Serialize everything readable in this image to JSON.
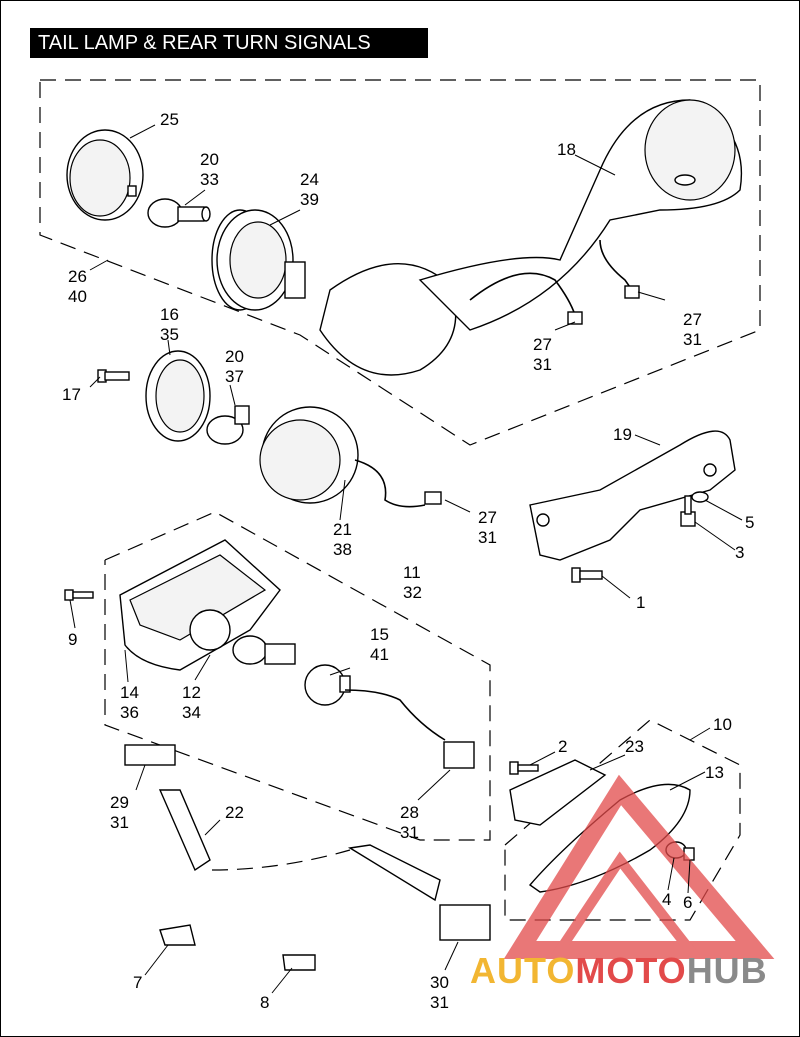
{
  "title": "TAIL LAMP & REAR  TURN SIGNALS",
  "callouts": {
    "c25": "25",
    "c20a": "20",
    "c33": "33",
    "c24": "24",
    "c39": "39",
    "c18": "18",
    "c26": "26",
    "c40": "40",
    "c27a": "27",
    "c31a": "31",
    "c27b": "27",
    "c31b": "31",
    "c16": "16",
    "c35": "35",
    "c20b": "20",
    "c37": "37",
    "c17": "17",
    "c19": "19",
    "c5": "5",
    "c3": "3",
    "c21": "21",
    "c38": "38",
    "c27c": "27",
    "c31c": "31",
    "c11": "11",
    "c32": "32",
    "c1": "1",
    "c9": "9",
    "c15": "15",
    "c41": "41",
    "c14": "14",
    "c36": "36",
    "c12": "12",
    "c34": "34",
    "c2": "2",
    "c23": "23",
    "c10": "10",
    "c13": "13",
    "c29": "29",
    "c31d": "31",
    "c22": "22",
    "c28": "28",
    "c31e": "31",
    "c4": "4",
    "c6": "6",
    "c7": "7",
    "c8": "8",
    "c30": "30",
    "c31f": "31"
  },
  "watermark": {
    "part1": "AUTO",
    "part2": "MOTO",
    "part3": "HUB",
    "colors": {
      "yellow": "#f2b632",
      "red": "#e24a4a",
      "gray": "#8a8a8a"
    }
  }
}
